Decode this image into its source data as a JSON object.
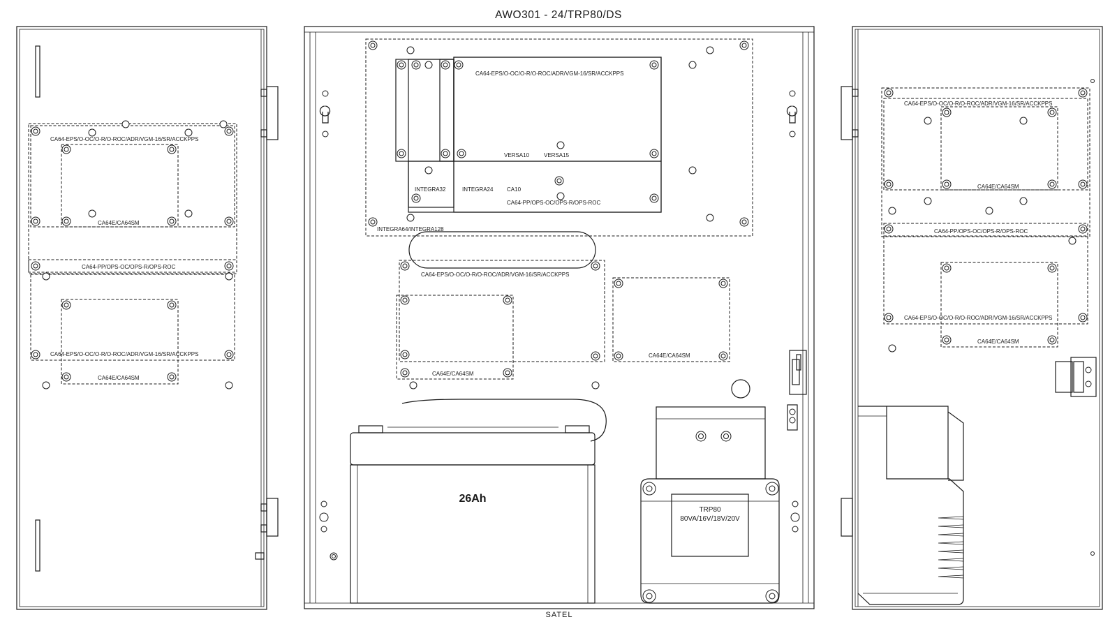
{
  "title": "AWO301 - 24/TRP80/DS",
  "brand": "SATEL",
  "battery": {
    "label": "26Ah"
  },
  "transformer": {
    "name": "TRP80",
    "rating": "80VA/16V/18V/20V"
  },
  "labels": {
    "module_board": "CA64-EPS/O-OC/O-R/O-ROC/ADR/VGM-16/SR/ACCKPPS",
    "expander": "CA64E/CA64SM",
    "power_board": "CA64-PP/OPS-OC/OPS-R/OPS-ROC",
    "integra32": "INTEGRA32",
    "integra24": "INTEGRA24",
    "integra64": "INTEGRA64/INTEGRA128",
    "versa10": "VERSA10",
    "versa15": "VERSA15",
    "ca10": "CA10"
  }
}
